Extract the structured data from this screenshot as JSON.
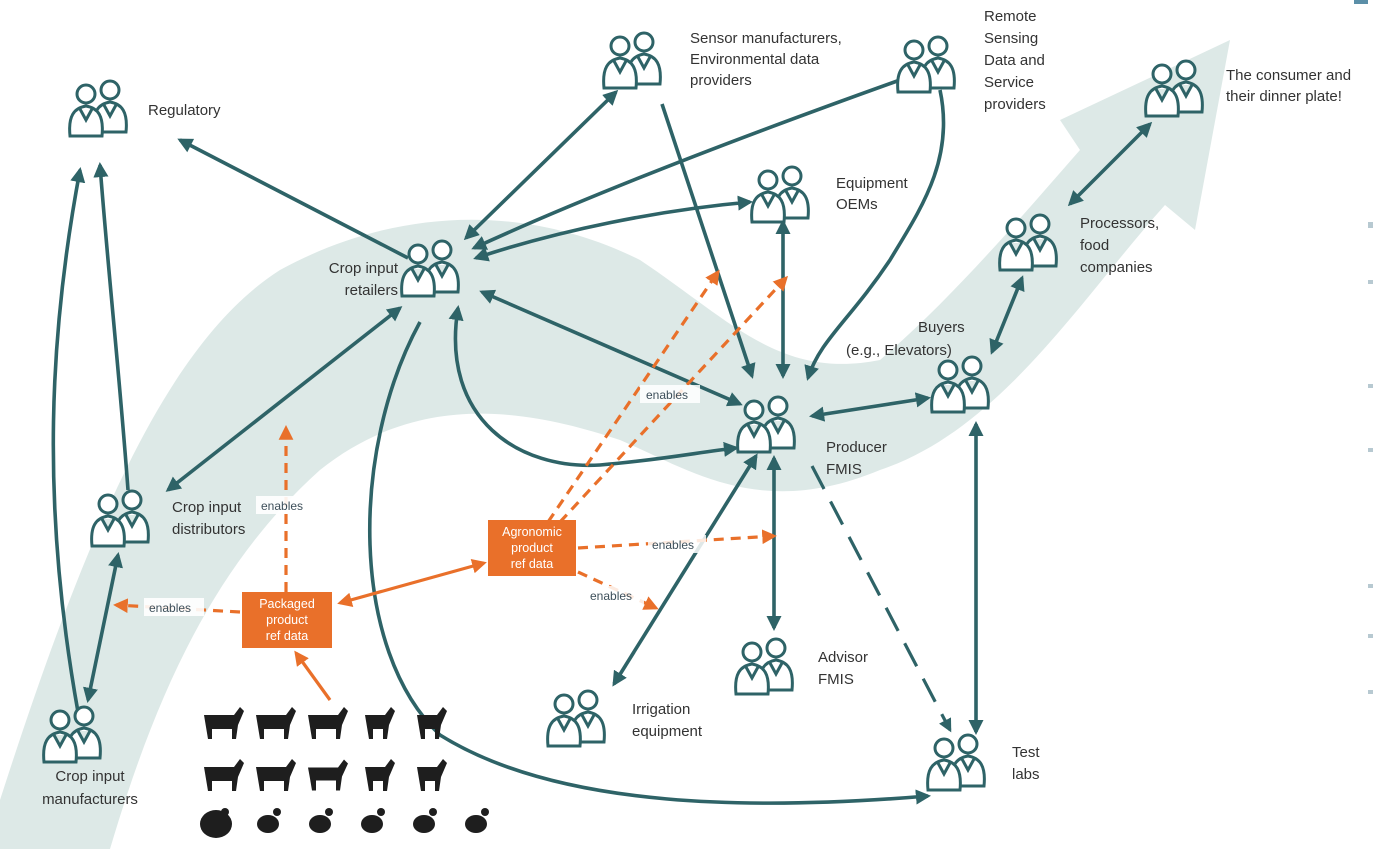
{
  "nodes": {
    "regulatory": [
      "Regulatory"
    ],
    "sensor": [
      "Sensor manufacturers,",
      "Environmental data",
      "providers"
    ],
    "remote": [
      "Remote",
      "Sensing",
      "Data and",
      "Service",
      "providers"
    ],
    "consumer": [
      "The consumer and",
      "their dinner plate!"
    ],
    "equipment": [
      "Equipment",
      "OEMs"
    ],
    "retailers": [
      "Crop input",
      "retailers"
    ],
    "processors": [
      "Processors,",
      "food",
      "companies"
    ],
    "buyers": [
      "Buyers",
      "(e.g., Elevators)"
    ],
    "producer": [
      "Producer",
      "FMIS"
    ],
    "distributors": [
      "Crop input",
      "distributors"
    ],
    "advisor": [
      "Advisor",
      "FMIS"
    ],
    "irrigation": [
      "Irrigation",
      "equipment"
    ],
    "testlabs": [
      "Test",
      "labs"
    ],
    "manufacturers": [
      "Crop input",
      "manufacturers"
    ]
  },
  "boxes": {
    "agronomic": [
      "Agronomic",
      "product",
      "ref data"
    ],
    "packaged": [
      "Packaged",
      "product",
      "ref data"
    ]
  },
  "enables_label": "enables",
  "colors": {
    "teal": "#2e6367",
    "orange": "#e9702a",
    "band": "#dde9e7"
  },
  "animal_rows": [
    [
      "horse",
      "cow",
      "bull",
      "goat",
      "deer"
    ],
    [
      "llama",
      "sheep",
      "pig",
      "dog",
      "cat"
    ],
    [
      "turkey",
      "goose",
      "hen",
      "chicken",
      "duck",
      "rabbit"
    ]
  ]
}
